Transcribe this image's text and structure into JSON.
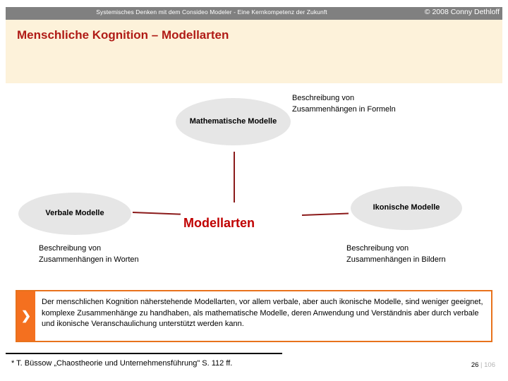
{
  "header": {
    "title": "Systemisches Denken mit dem Consideo Modeler - Eine Kernkompetenz der Zukunft",
    "copyright": "© 2008 Conny Dethloff",
    "bar_color": "#808080",
    "band_color": "#fdf2da"
  },
  "slide": {
    "title": "Menschliche Kognition – Modellarten",
    "title_color": "#b01b16"
  },
  "diagram": {
    "center_label": "Modellarten",
    "center_color": "#c00000",
    "connector_color": "#8b1a1a",
    "ellipse_fill": "#e6e6e6",
    "nodes": [
      {
        "id": "mathematische-modelle",
        "label": "Mathematische\nModelle",
        "caption": "Beschreibung von\nZusammenhängen in Formeln"
      },
      {
        "id": "verbale-modelle",
        "label": "Verbale Modelle",
        "caption": "Beschreibung von\nZusammenhängen in Worten"
      },
      {
        "id": "ikonische-modelle",
        "label": "Ikonische\nModelle",
        "caption": "Beschreibung von\nZusammenhängen in Bildern"
      }
    ]
  },
  "callout": {
    "marker_glyph": "❯",
    "border_color": "#e8721c",
    "marker_color": "#f4701f",
    "text": "Der menschlichen Kognition näherstehende Modellarten, vor allem verbale, aber auch ikonische Modelle, sind weniger geeignet, komplexe Zusammenhänge zu handhaben, als mathematische Modelle, deren Anwendung und Verständnis aber durch verbale und ikonische Veranschaulichung unterstützt werden kann."
  },
  "footer": {
    "footnote": "* T. Büssow „Chaostheorie und Unternehmensführung\" S. 112 ff.",
    "page_current": "26",
    "page_separator": " | ",
    "page_total": "106"
  }
}
